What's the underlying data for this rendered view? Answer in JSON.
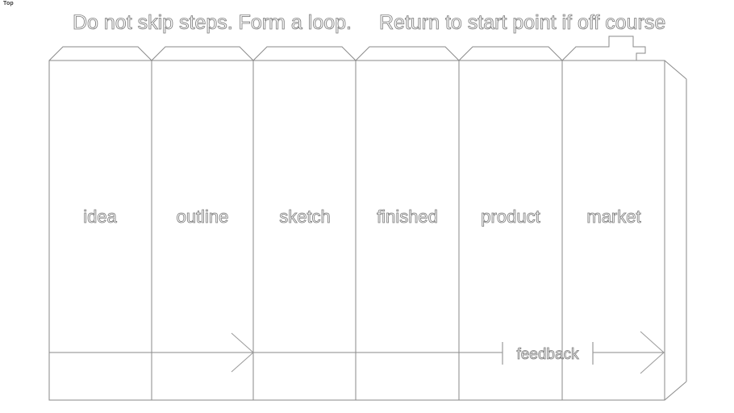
{
  "app": {
    "view_label": "Top"
  },
  "titles": {
    "left": "Do not skip steps. Form a loop.",
    "right": "Return to start point if off course"
  },
  "diagram": {
    "type": "process-flow",
    "steps": [
      {
        "label": "idea"
      },
      {
        "label": "outline"
      },
      {
        "label": "sketch"
      },
      {
        "label": "finished"
      },
      {
        "label": "product"
      },
      {
        "label": "market"
      }
    ],
    "feedback_label": "feedback",
    "colors": {
      "background": "#ffffff",
      "line": "#8a8a8a",
      "text_outline": "#7d7d7d",
      "arrow": "#9a9a9a",
      "corner_label": "#3a3a3a"
    }
  }
}
